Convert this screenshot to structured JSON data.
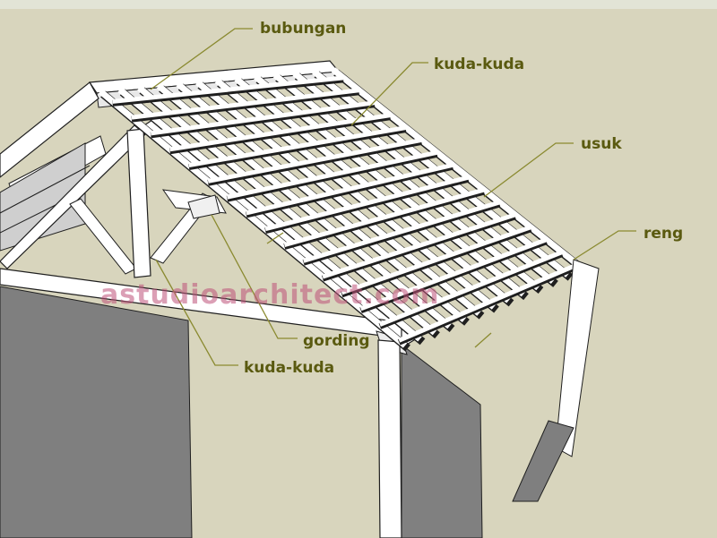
{
  "colors": {
    "background": "#d8d5bd",
    "wall": "#7f7f7f",
    "timber": "#ffffff",
    "outline": "#1f1f1f",
    "label": "#5a5a10",
    "leader": "#8a8a30",
    "watermark": "#be5078"
  },
  "labels": {
    "bubungan": "bubungan",
    "kuda_kuda_top": "kuda-kuda",
    "usuk": "usuk",
    "reng": "reng",
    "gording": "gording",
    "kuda_kuda_bottom": "kuda-kuda"
  },
  "watermark": "astudioarchitect.com"
}
